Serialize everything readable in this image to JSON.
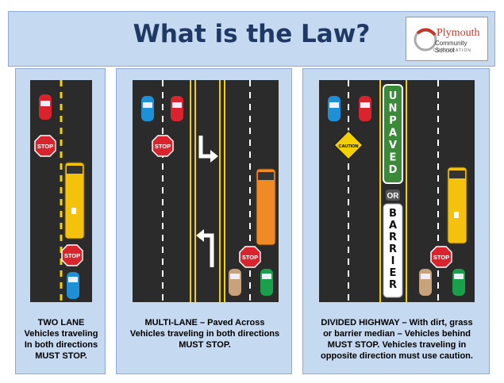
{
  "header": {
    "title": "What is the Law?",
    "logo": {
      "line1": "Plymouth",
      "line2": "Community School",
      "line3": "CORPORATION"
    }
  },
  "panels": [
    {
      "caption_lines": [
        "TWO LANE",
        "Vehicles traveling",
        "In both directions",
        "MUST STOP."
      ],
      "stop_label": "STOP"
    },
    {
      "caption_lines": [
        "MULTI-LANE – Paved Across",
        "Vehicles traveling in both directions",
        "MUST STOP."
      ],
      "stop_label": "STOP"
    },
    {
      "caption_lines": [
        "DIVIDED HIGHWAY – With dirt, grass",
        "or barrier median – Vehicles behind",
        "MUST STOP.   Vehicles traveling in",
        "opposite direction must use caution."
      ],
      "stop_label": "STOP",
      "caution_label": "CAUTION",
      "median_top": "UNPAVED",
      "median_or": "OR",
      "median_bottom": "BARRIER"
    }
  ],
  "colors": {
    "panel_bg": "#c5d9f1",
    "road": "#2b2b2b",
    "yellow_line": "#f4d000",
    "white_line": "#ffffff",
    "stop_red": "#d9232d",
    "bus_yellow": "#f4c20d",
    "bus_orange": "#f08a24",
    "median_green": "#3a8a3a",
    "title_navy": "#1f3864"
  },
  "icons": [
    "red-car-icon",
    "blue-car-icon",
    "green-car-icon",
    "tan-car-icon",
    "school-bus-icon",
    "stop-sign-icon",
    "caution-sign-icon",
    "turn-arrow-icon",
    "plymouth-logo-icon"
  ]
}
